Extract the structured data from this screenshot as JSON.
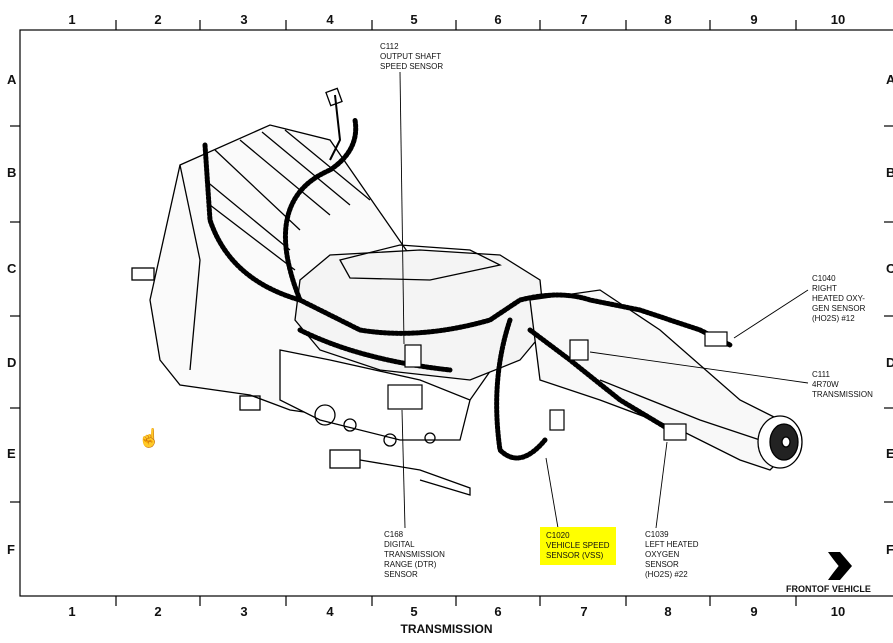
{
  "grid": {
    "numbers": [
      "1",
      "2",
      "3",
      "4",
      "5",
      "6",
      "7",
      "8",
      "9",
      "10"
    ],
    "letters": [
      "A",
      "B",
      "C",
      "D",
      "E",
      "F"
    ]
  },
  "callouts": {
    "c112": "C112\nOUTPUT SHAFT\nSPEED SENSOR",
    "c1040": "C1040\nRIGHT\nHEATED OXY-\nGEN SENSOR\n(HO2S) #12",
    "c111": "C111\n4R70W\nTRANSMISSION",
    "c168": "C168\nDIGITAL\nTRANSMISSION\nRANGE (DTR)\nSENSOR",
    "c1020": "C1020\nVEHICLE SPEED\nSENSOR (VSS)",
    "c1039": "C1039\nLEFT HEATED\nOXYGEN\nSENSOR\n(HO2S) #22"
  },
  "front_label": "FRONTOF VEHICLE",
  "title": "TRANSMISSION",
  "highlight_color": "#ffff00"
}
